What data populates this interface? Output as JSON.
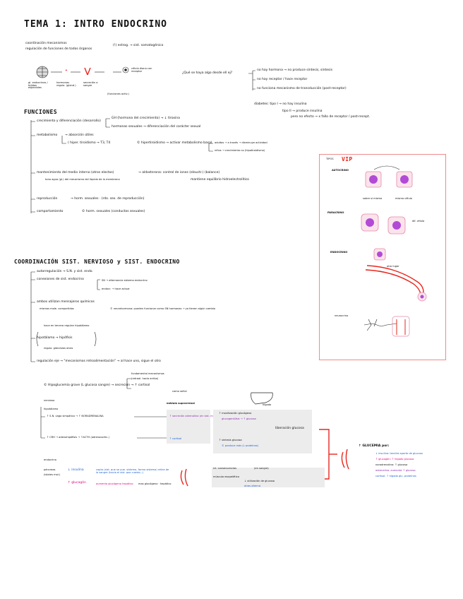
{
  "title": "TEMA 1: INTRO ENDOCRINO",
  "intro": {
    "line1": "coordinación mecanismos",
    "line2": "regulación de funciones de todos órganos",
    "note": "(!) estrog. → sist. somatogénico",
    "chain_labels": [
      "gl. endocrinas / tejidos especiales",
      "hormonas regula. (gland.)",
      "secreción a sangre",
      "célula diana con receptor",
      "(funciones activ.)"
    ],
    "if_header": "¿Qué se haya algo desde ell ej?",
    "if_items": [
      "no hay hormona → no produce síntesis, síntesis",
      "no hay receptor / hace receptor",
      "no funciona mecanismo de transducción (post-receptor)"
    ],
    "diabetes": "diabetes: tipo I → no hay insulina",
    "diabetes2": "tipo II → produce insulina",
    "diabetes3": "pero no efecto → x fallo de receptor / post-recept."
  },
  "funciones": {
    "title": "FUNCIONES",
    "items": [
      "crecimiento y diferenciación (desarrollo)",
      "metabolismo",
      "mantenimiento del medio interno (otros electos)",
      "reproducción",
      "comportamiento"
    ],
    "sub1a": "GH (hormona del crecimiento) → ↓ tiroxina",
    "sub1b": "hormonas sexuales → diferenciación del carácter sexual",
    "sub2a": "→ absorción útiles",
    "sub2b": "( hiper. tiroidismo → T3, T4",
    "sub2c": "© hipertiroidismo → activar metabolismo basal",
    "sub2d": "adultos → a través → disminuye actividad",
    "sub2e": "niños → crecimiento no (hipotiroidismo)",
    "sub3a": "→ aldosterona: control de iones (eleuctr.) (balance)",
    "sub3b": "tono agua (gl.) del mecanismo del líquido de la membrana",
    "sub3c": "mantiene equilibrio hidroelectrolítico",
    "sub4": "→ horm. sexuales · (rdo. sex. de reproducción)",
    "sub5": "© horm. sexuales (conductas sexuales)"
  },
  "tipos": {
    "label": "TIPOS",
    "vip": "VIP",
    "autocrino": "AUTOCRINO",
    "auto_caption_a": "sobre sí misma",
    "auto_caption_b": "misma célula",
    "paracrino": "PARACRINO",
    "para_caption": "dif. célula",
    "endocrino": "ENDOCRINO",
    "endo_caption": "otro lugar",
    "neurocrino": "neurocrino"
  },
  "coordinacion": {
    "title": "COORDINACIÓN SIST. NERVIOSO y SIST. ENDOCRINO",
    "items": [
      "autorregulación → S.N. y sist. endo.",
      "conexiones de sist. endocrino",
      "ambos utilizan mensajeros químicos",
      "hipotálamo → hipófisis",
      "regulación eje → \"mecanismos retroalimentación\" → al hace uno, sigue el otro"
    ],
    "sub2a": "SN → alternancia sistema endocrino",
    "sub2b": "endocr. → hace actuar",
    "sub3a": "mismos mole. compartidos",
    "sub3b": "© neurohormona: pueden funcionar como SN hormonas → ya tienen algún cambio",
    "hipo_top": "hace en tercero regulan hipotálamo",
    "hipo_bottom": "regula. glándulas otras",
    "retro_top": "fundamental mecanismos",
    "retro_bottom": "(retroal. hacia arriba)"
  },
  "hipoglucemia": {
    "title": "© Hipoglucemia grave (L glucosa sangre) → secreción → ↑ cortisol",
    "title_b": "como señal",
    "nervioso": "nervioso",
    "hipotalamo": "hipotálamo",
    "row1": "↑ S.N. vago simpático → ↑ NORADRENALINA",
    "row2": "↑ CRH → adenohipófisis → ↑ACTH (adrenocortic.)",
    "medula": "médula suprarrenal",
    "med1": "↑ secreción adrenalina (en sist. mol)",
    "med2": "↑ cortisol",
    "endocrino": "endocrino",
    "pancreas": "páncreas",
    "pan_sub": "(islotes mol.)",
    "insulina": "↓ insulina",
    "glucagon": "↑ glucagón",
    "ins_note": "capta (sist. que se pue. sistema, forma sistema) retira de la sangre (hacia el sist. que cuesta...)",
    "glu_note": "aumenta glucógeno hepático",
    "glu_note2": "mas glucógeno · hepático",
    "higado": "hígado",
    "h1": "↑ movilización glucógeno",
    "h1b": "glucogenólisis → ↑ glucosa",
    "h2": "↑ síntesis glucosa",
    "h2b": "© produce más (L proteínas)",
    "result": "liberación glucosa",
    "consecuencias": "ict. consecuencias",
    "cons_sub": "(en sangre)",
    "musc": "músculo esquelético",
    "ut": "↓ utilización de glucosa",
    "ut_b": "otras alterna",
    "final_title": "↑ GLUCEMIA por:",
    "final": [
      "↓ insulina: tendría aporte de glucosa",
      "↑ glucagón: ↑ hígado glucosa",
      "noradrenalina: ↑ glucosa",
      "adrenalina: aumenta ↑ glucosa",
      "cortisol: ↑ hígado glu. proteínas"
    ]
  },
  "colors": {
    "pink": "#e6007e",
    "purple": "#8e2bb5",
    "blue": "#1b5fd6",
    "red": "#e8261c",
    "box": "#f08a8a"
  }
}
